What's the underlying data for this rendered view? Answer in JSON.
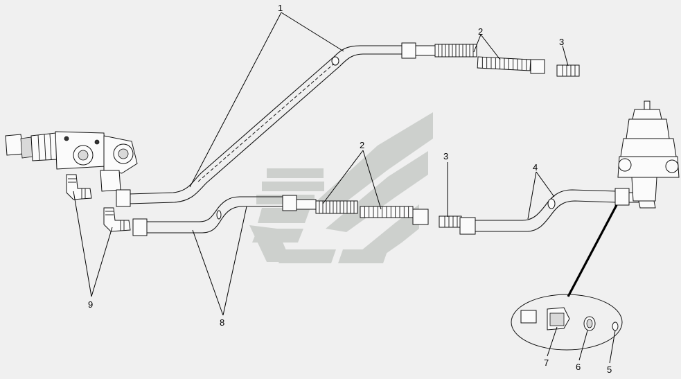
{
  "callouts": {
    "c1": "1",
    "c2_top": "2",
    "c3_top": "3",
    "c2_mid": "2",
    "c3_mid": "3",
    "c4": "4",
    "c5": "5",
    "c6": "6",
    "c7": "7",
    "c8": "8",
    "c9": "9"
  },
  "colors": {
    "background": "#f0f0f0",
    "watermark": "#c8cbc8",
    "line": "#111111"
  },
  "icons": {
    "watermark": "stylized-chevron-logo-watermark"
  }
}
